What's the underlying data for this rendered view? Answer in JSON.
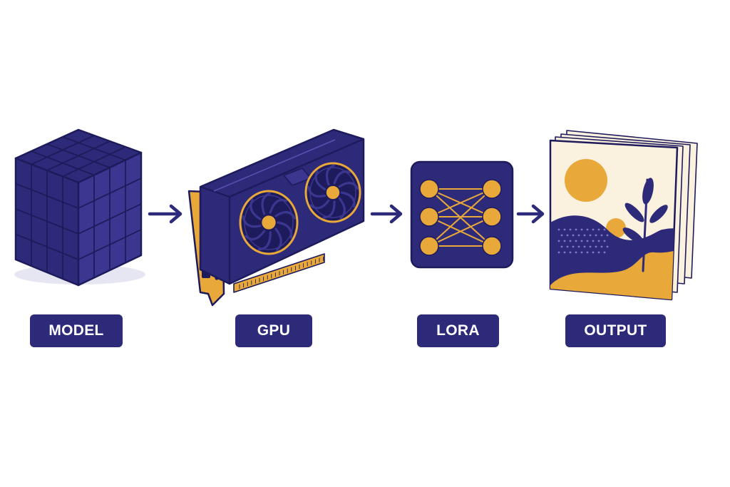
{
  "colors": {
    "navy": "#2e2a7a",
    "navy_dark": "#1e1b5c",
    "navy_light": "#3b3790",
    "gold": "#e8a93a",
    "cream": "#fbf1df",
    "label_text": "#ffffff",
    "shadow": "#e6e6f3"
  },
  "stages": [
    {
      "id": "model",
      "label": "MODEL",
      "icon": "cube-grid-icon"
    },
    {
      "id": "gpu",
      "label": "GPU",
      "icon": "graphics-card-icon"
    },
    {
      "id": "lora",
      "label": "LORA",
      "icon": "neural-network-icon"
    },
    {
      "id": "output",
      "label": "OUTPUT",
      "icon": "image-stack-icon"
    }
  ],
  "connectors": [
    {
      "from": "model",
      "to": "gpu",
      "icon": "arrow-right-icon"
    },
    {
      "from": "gpu",
      "to": "lora",
      "icon": "arrow-right-icon"
    },
    {
      "from": "lora",
      "to": "output",
      "icon": "arrow-right-icon"
    }
  ]
}
